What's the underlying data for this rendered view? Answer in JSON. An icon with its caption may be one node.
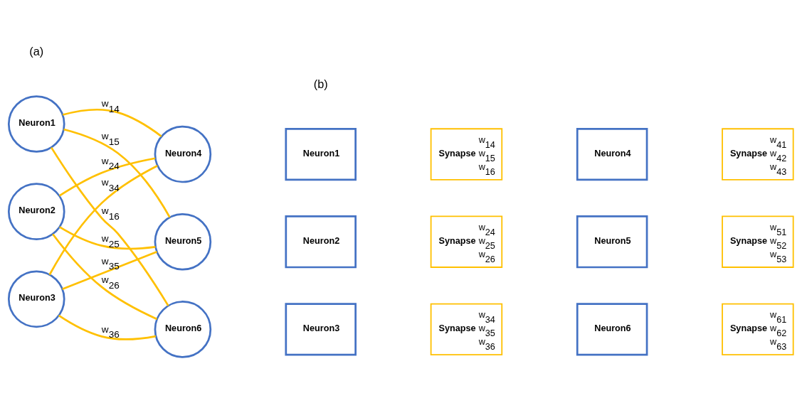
{
  "diagram": {
    "nodes": [
      {
        "text": [
          "Neuron1"
        ]
      },
      {
        "text": [
          "Neuron2"
        ]
      },
      {
        "text": [
          "Neuron3"
        ]
      },
      {
        "text": [
          "Neuron4"
        ]
      },
      {
        "text": [
          "Neuron5"
        ]
      },
      {
        "text": [
          "Neuron6"
        ]
      },
      {
        "text": [
          "Neuron1"
        ]
      },
      {
        "text": [
          "Synapse",
          "w$_{14}$",
          "w$_{15}$",
          "w$_{16}$"
        ]
      },
      {
        "text": [
          "Neuron4"
        ]
      },
      {
        "text": [
          "Synapse",
          "w$_{41}$",
          "w$_{42}$",
          "w$_{43}$"
        ]
      },
      {
        "text": [
          "Neuron2"
        ]
      },
      {
        "text": [
          "Synapse",
          "w$_{24}$",
          "w$_{25}$",
          "w$_{26}$"
        ]
      },
      {
        "text": [
          "Neuron5"
        ]
      },
      {
        "text": [
          "Synapse",
          "w$_{51}$",
          "w$_{52}$",
          "w$_{53}$"
        ]
      },
      {
        "text": [
          "Neuron3"
        ]
      },
      {
        "text": [
          "Synapse",
          "w$_{34}$",
          "w$_{35}$",
          "w$_{36}$"
        ]
      },
      {
        "text": [
          "Neuron6"
        ]
      },
      {
        "text": [
          "Synapse",
          "w$_{61}$",
          "w$_{62}$",
          "w$_{63}$"
        ]
      }
    ],
    "edges": [
      {
        "from": 0,
        "to": 3,
        "arrow": "none",
        "label": "w$_{14}$"
      },
      {
        "from": 0,
        "to": 4,
        "arrow": "none",
        "label": "w$_{15}$"
      },
      {
        "from": 0,
        "to": 5,
        "arrow": "none",
        "label": "w$_{16}$"
      },
      {
        "from": 1,
        "to": 3,
        "arrow": "none",
        "label": "w$_{24}$"
      },
      {
        "from": 1,
        "to": 4,
        "arrow": "none",
        "label": "w$_{25}$"
      },
      {
        "from": 1,
        "to": 5,
        "arrow": "none",
        "label": "w$_{26}$"
      },
      {
        "from": 2,
        "to": 3,
        "arrow": "none",
        "label": "w$_{34}$"
      },
      {
        "from": 2,
        "to": 4,
        "arrow": "none",
        "label": "w$_{35}$"
      },
      {
        "from": 2,
        "to": 5,
        "arrow": "none",
        "label": "w$_{36}$"
      }
    ],
    "labels": [
      "(a)",
      "(b)"
    ]
  }
}
